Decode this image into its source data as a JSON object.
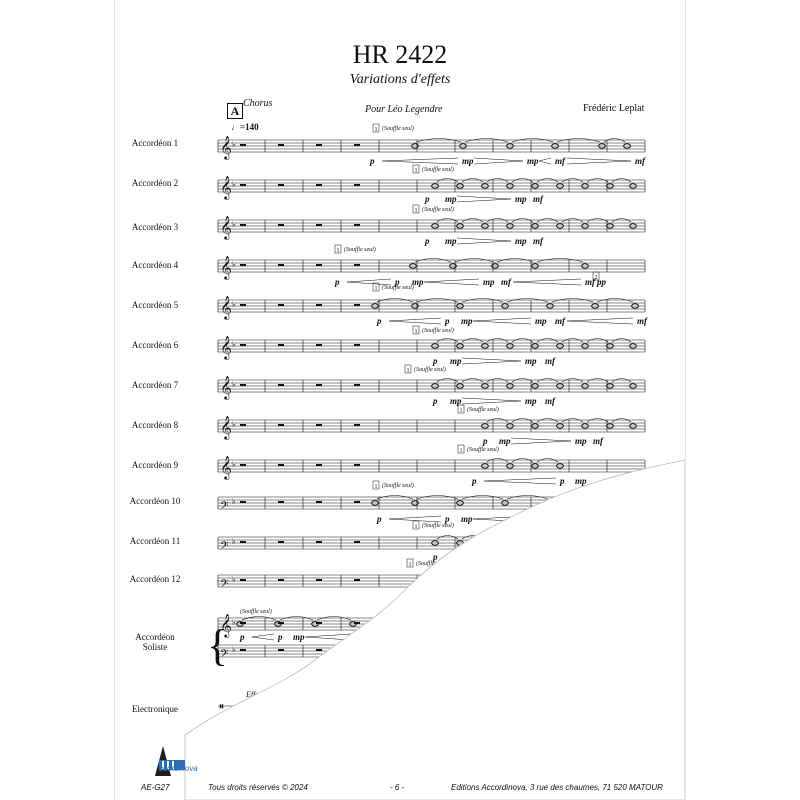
{
  "title": "HR 2422",
  "subtitle": "Variations d'effets",
  "rehearsal_mark": "A",
  "section_label": "Chorus",
  "dedication": "Pour Léo Legendre",
  "composer": "Frédéric Leplat",
  "tempo": "♩=140",
  "instruments": [
    "Accordéon 1",
    "Accordéon 2",
    "Accordéon 3",
    "Accordéon  4",
    "Accordéon 5",
    "Accordéon 6",
    "Accordéon 7",
    "Accordéon 8",
    "Accordéon 9",
    "Accordéon   10",
    "Accordéon 11",
    "Accordéon 12"
  ],
  "soloist_label_line1": "Accordéon",
  "soloist_label_line2": "Soliste",
  "electronic_label": "Electronique",
  "effect_label": "Effe",
  "cue_marker": "1",
  "cue_marker_2": "2",
  "souffle": "(Souffle seul)",
  "dynamics": {
    "p": "p",
    "mp": "mp",
    "mf": "mf",
    "pp": "pp"
  },
  "footer": {
    "code": "AE-G27",
    "rights": "Tous droits réservés © 2024",
    "page": "- 6 -",
    "publisher": "Editions Accordinova, 3 rue des chaumes, 71 520 MATOUR"
  },
  "logo_text": "ccordinova",
  "colors": {
    "ink": "#111111",
    "logo": "#2a6fb2",
    "page": "#ffffff"
  }
}
